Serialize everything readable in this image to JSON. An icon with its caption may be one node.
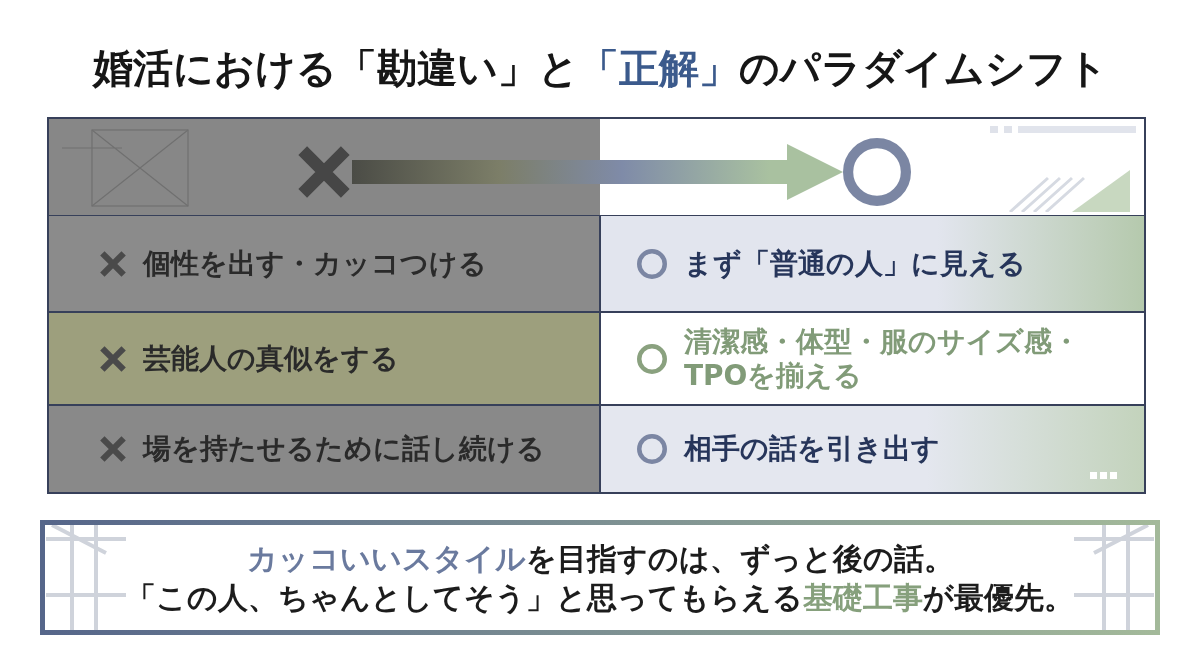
{
  "diagram": {
    "title": "婚活における「勘違い」と**「正解」**のパラダイムシフト",
    "nodes": [
      {
        "text": [],
        "shape": "cross"
      },
      {
        "text": [],
        "shape": "circle"
      },
      {
        "text": [
          "個性を出す・カッコつける"
        ]
      },
      {
        "text": [
          "まず「普通の人」に見える"
        ]
      },
      {
        "text": [
          "芸能人の真似をする"
        ]
      },
      {
        "text": [
          "清潔感・体型・服のサイズ感・TPOを揃える"
        ]
      },
      {
        "text": [
          "場を持たせるために話し続ける"
        ]
      },
      {
        "text": [
          "相手の話を引き出す"
        ]
      },
      {
        "text": [
          "**カッコいいスタイル**を目指すのは、ずっと後の話。",
          "「この人、ちゃんとしてそう」と思ってもらえる**基礎工事**が最優先。"
        ]
      }
    ],
    "edges": [
      {
        "from": 0,
        "to": 1,
        "arrow": "to",
        "style": "thick"
      }
    ]
  }
}
